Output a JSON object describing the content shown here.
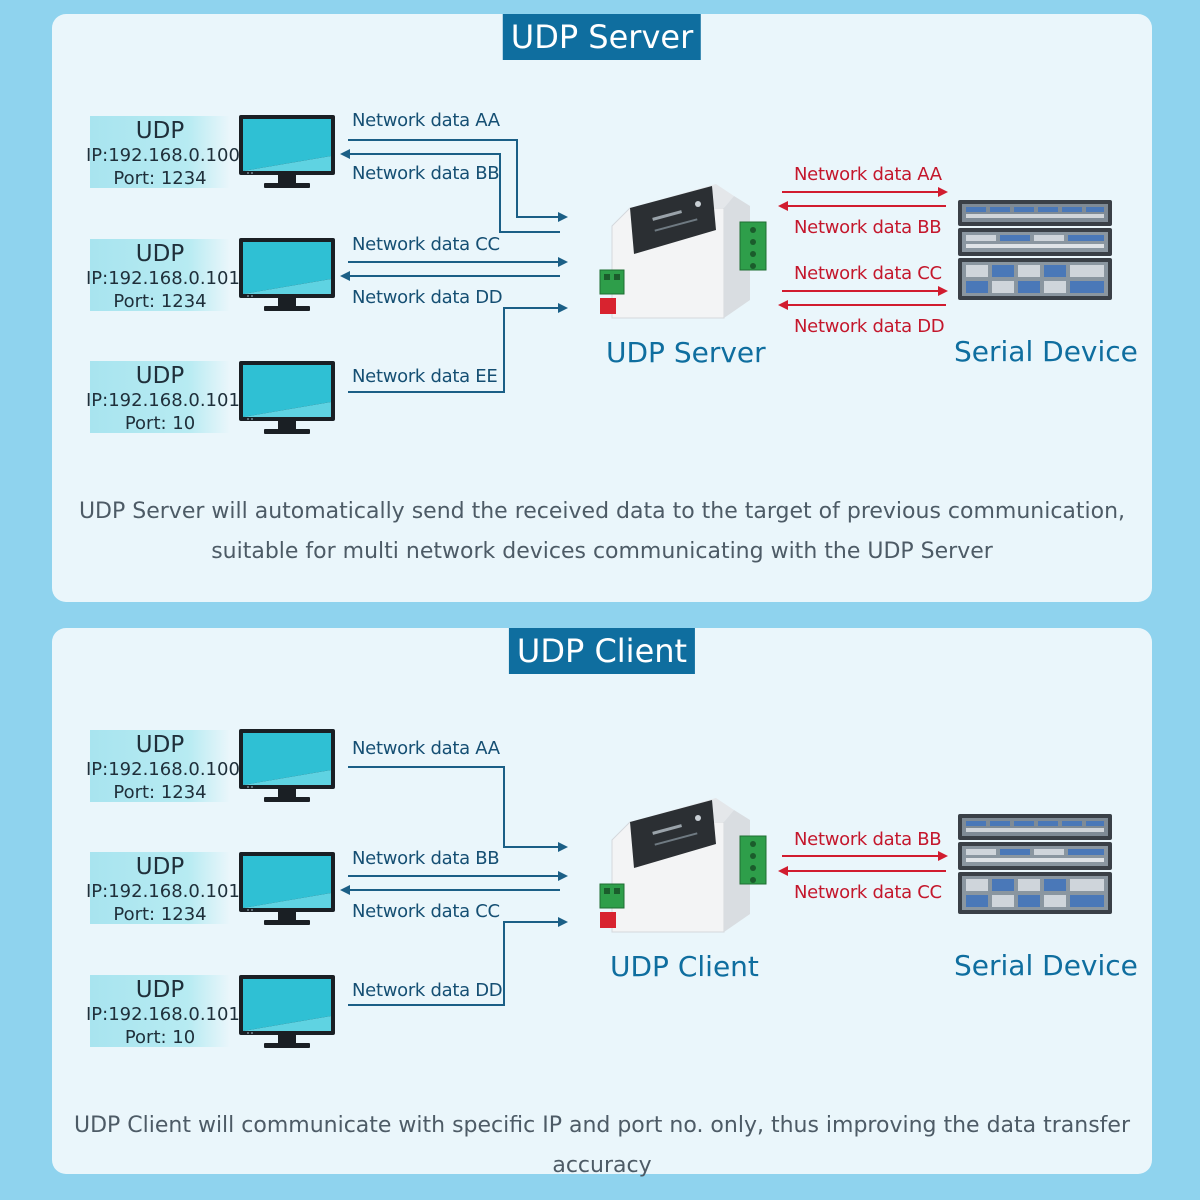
{
  "server_panel": {
    "title": "UDP Server",
    "clients": [
      {
        "label": "UDP",
        "ip": "IP:192.168.0.100",
        "port": "Port: 1234"
      },
      {
        "label": "UDP",
        "ip": "IP:192.168.0.101",
        "port": "Port: 1234"
      },
      {
        "label": "UDP",
        "ip": "IP:192.168.0.101",
        "port": "Port: 10"
      }
    ],
    "left_labels": [
      "Network data AA",
      "Network data BB",
      "Network data CC",
      "Network data DD",
      "Network data EE"
    ],
    "right_labels": [
      "Network data AA",
      "Network data BB",
      "Network data CC",
      "Network data DD"
    ],
    "device_label": "UDP Server",
    "serial_label": "Serial Device",
    "caption_lines": [
      "UDP Server will automatically send the received data to the target of previous communication,",
      "suitable for multi network devices communicating with the UDP Server"
    ]
  },
  "client_panel": {
    "title": "UDP Client",
    "clients": [
      {
        "label": "UDP",
        "ip": "IP:192.168.0.100",
        "port": "Port: 1234"
      },
      {
        "label": "UDP",
        "ip": "IP:192.168.0.101",
        "port": "Port: 1234"
      },
      {
        "label": "UDP",
        "ip": "IP:192.168.0.101",
        "port": "Port: 10"
      }
    ],
    "left_labels": [
      "Network data AA",
      "Network data BB",
      "Network data CC",
      "Network data DD"
    ],
    "right_labels": [
      "Network data BB",
      "Network data CC"
    ],
    "device_label": "UDP Client",
    "serial_label": "Serial Device",
    "caption_lines": [
      "UDP Client will communicate with specific IP and port no. only, thus improving the data transfer accuracy"
    ]
  },
  "colors": {
    "background": "#8fd3ee",
    "panel": "#eaf6fb",
    "title_badge": "#0f6e9f",
    "network_arrow": "#1b5f86",
    "serial_arrow": "#d11c2f",
    "screen": "#2fc0d4"
  }
}
